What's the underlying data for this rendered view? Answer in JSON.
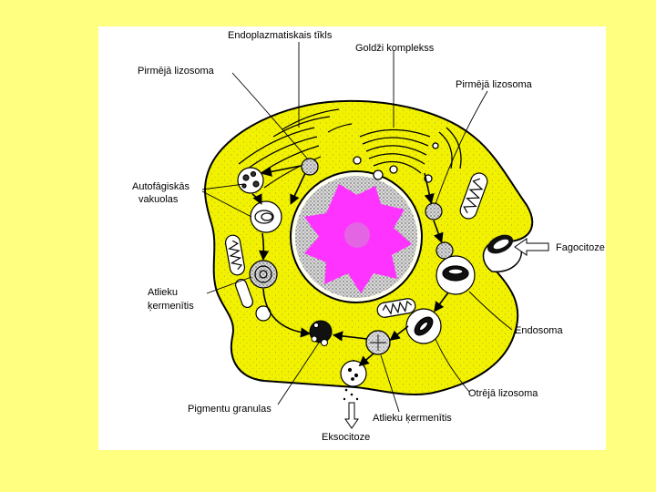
{
  "diagram": {
    "labels": {
      "endoplasmic_reticulum": "Endoplazmatiskais tīkls",
      "golgi": "Goldži komplekss",
      "primary_lysosome_left": "Pirmējā lizosoma",
      "primary_lysosome_right": "Pirmējā lizosoma",
      "autophagic_line1": "Autofāgiskās",
      "autophagic_line2": "vakuolas",
      "phagocytosis": "Fagocitoze",
      "residual_left_line1": "Atlieku",
      "residual_left_line2": "ķermenītis",
      "endosome": "Endosoma",
      "pigment_granules": "Pigmentu granulas",
      "secondary_lysosome": "Otrējā lizosoma",
      "residual_bottom": "Atlieku ķermenītis",
      "exocytosis": "Eksocitoze"
    },
    "colors": {
      "background": "#ffff80",
      "panel": "#ffffff",
      "cytoplasm": "#f2f200",
      "chromatin": "#ff33ff",
      "outline": "#000000"
    }
  }
}
